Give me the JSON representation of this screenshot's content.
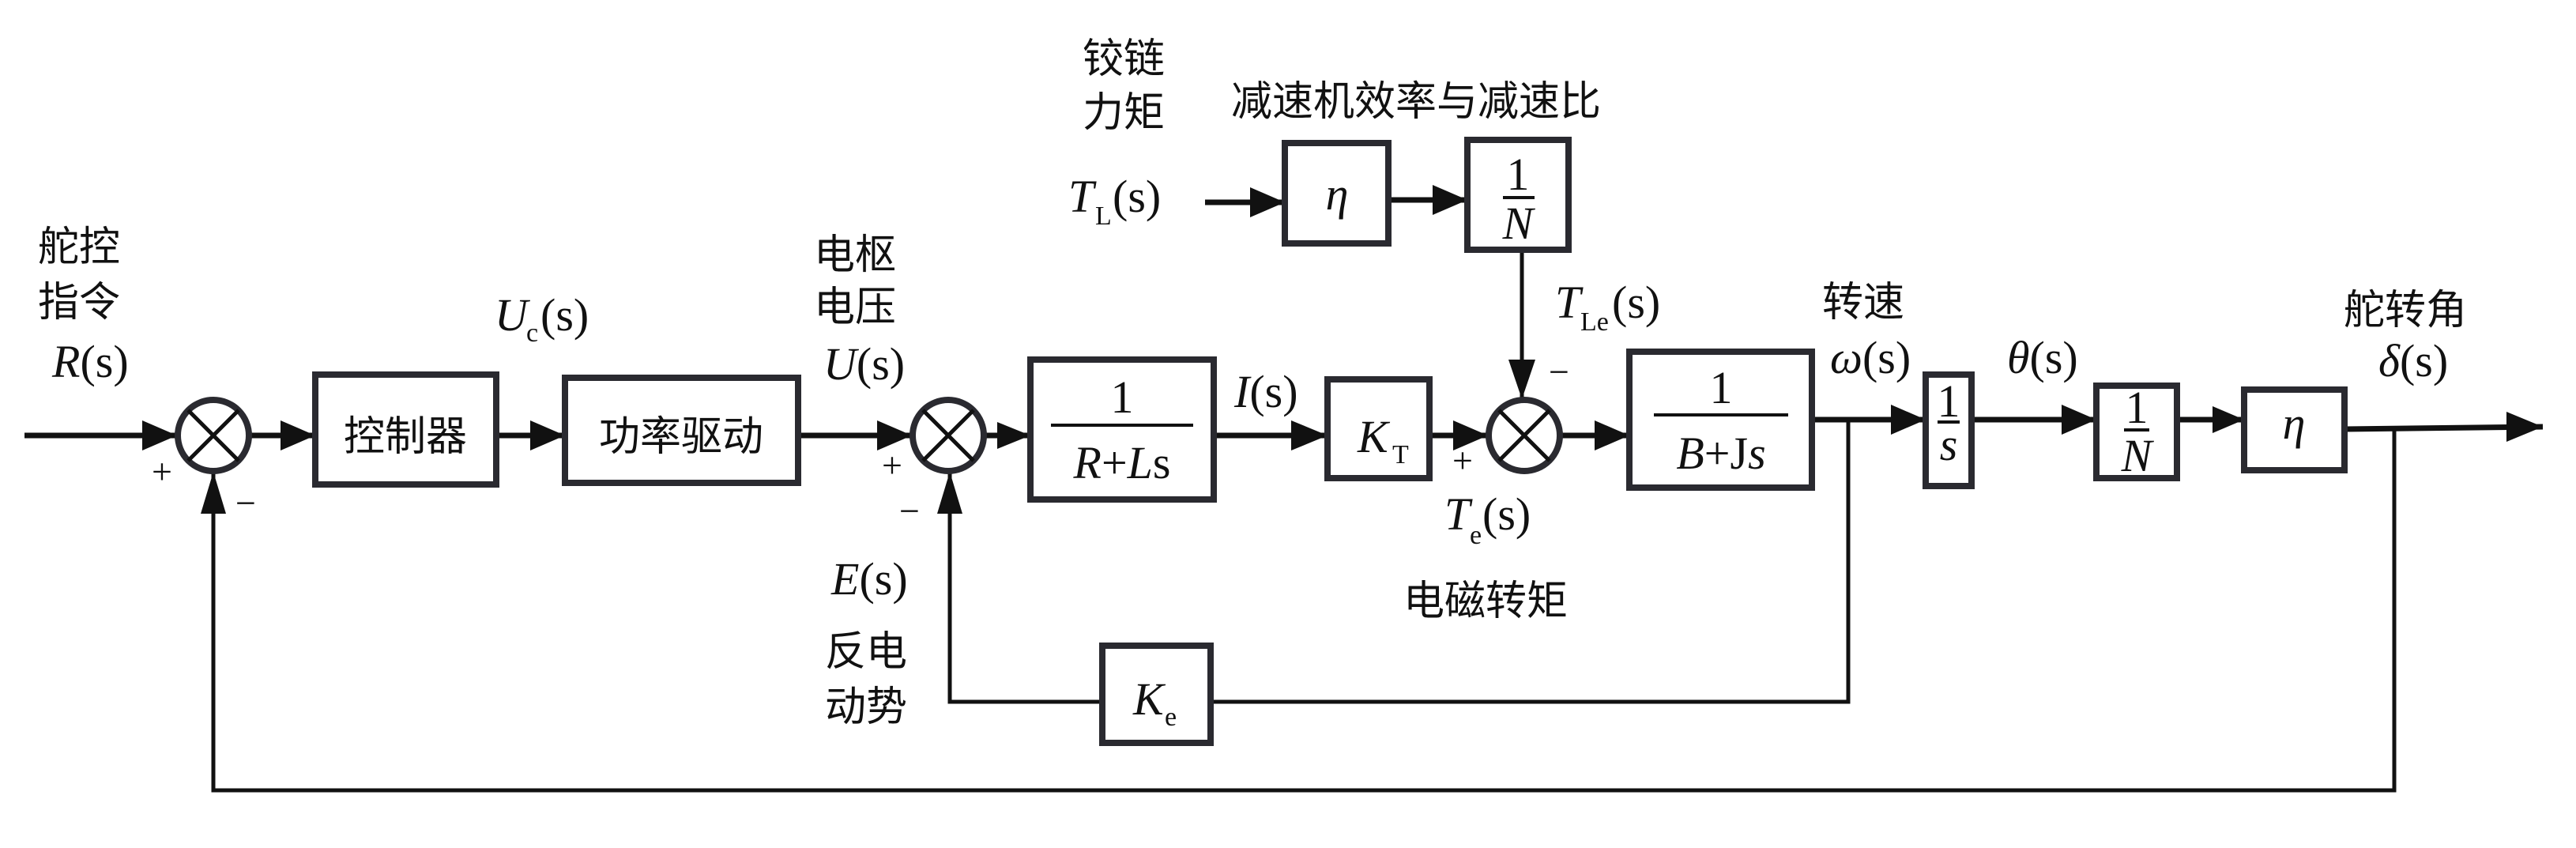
{
  "diagram": {
    "type": "control-block-diagram",
    "title_top": "减速机效率与减速比",
    "labels": {
      "input_cn": [
        "舵控",
        "指令"
      ],
      "input_signal": {
        "main": "R",
        "arg": "(s)"
      },
      "controller_output": {
        "main": "U",
        "sub": "c",
        "arg": "(s)"
      },
      "armature_cn": [
        "电枢",
        "电压"
      ],
      "armature_signal": {
        "main": "U",
        "arg": "(s)"
      },
      "current_signal": {
        "main": "I",
        "arg": "(s)"
      },
      "hinge_cn": [
        "铰链",
        "力矩"
      ],
      "load_torque": {
        "main": "T",
        "sub": "L",
        "arg": "(s)"
      },
      "equiv_load_torque": {
        "main": "T",
        "sub": "Le",
        "arg": "(s)"
      },
      "em_torque": {
        "main": "T",
        "sub": "e",
        "arg": "(s)"
      },
      "em_torque_cn": "电磁转矩",
      "speed_cn": "转速",
      "speed_signal": {
        "main": "ω",
        "arg": "(s)"
      },
      "angle_signal": {
        "main": "θ",
        "arg": "(s)"
      },
      "rudder_cn": "舵转角",
      "rudder_signal": {
        "main": "δ",
        "arg": "(s)"
      },
      "back_emf_signal": {
        "main": "E",
        "arg": "(s)"
      },
      "back_emf_cn": [
        "反电",
        "动势"
      ]
    },
    "blocks": {
      "controller": "控制器",
      "power_drive": "功率驱动",
      "electrical": {
        "num": "1",
        "den_a": "R",
        "den_op": "+",
        "den_b": "L",
        "den_c": "s"
      },
      "torque_const": {
        "main": "K",
        "sub": "T"
      },
      "mechanical": {
        "num": "1",
        "den_a": "B",
        "den_op": "+J",
        "den_b": "s"
      },
      "integrator": {
        "num": "1",
        "den": "s"
      },
      "ratio_main": {
        "num": "1",
        "den": "N"
      },
      "eff_main": "η",
      "eff_top": "η",
      "ratio_top": {
        "num": "1",
        "den": "N"
      },
      "back_emf_const": {
        "main": "K",
        "sub": "e"
      }
    },
    "signs": {
      "sum1_plus": "+",
      "sum1_minus": "−",
      "sum2_plus": "+",
      "sum2_minus": "−",
      "sum3_plus": "+",
      "sum3_minus": "−"
    }
  }
}
